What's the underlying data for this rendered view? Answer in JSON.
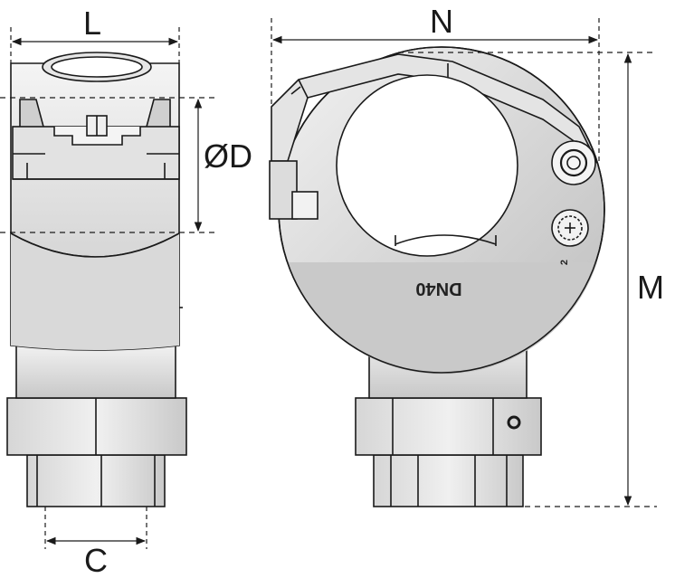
{
  "dimensions": {
    "L": "L",
    "N": "N",
    "D": "ØD",
    "M": "M",
    "C": "C"
  },
  "markings": {
    "size": "DN40",
    "indicator": "2"
  },
  "colors": {
    "outline": "#1a1a1a",
    "body_light": "#ebebeb",
    "body_mid": "#cfcfcf",
    "body_dark": "#a9a9a9"
  }
}
